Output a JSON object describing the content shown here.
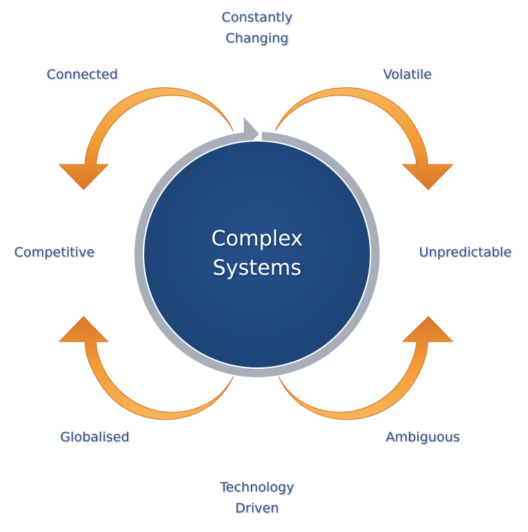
{
  "center": {
    "line1": "Complex",
    "line2": "Systems"
  },
  "labels": {
    "top": {
      "line1": "Constantly",
      "line2": "Changing"
    },
    "top_left": "Connected",
    "top_right": "Volatile",
    "left": "Competitive",
    "right": "Unpredictable",
    "bottom_left": "Globalised",
    "bottom_right": "Ambiguous",
    "bottom": {
      "line1": "Technology",
      "line2": "Driven"
    }
  },
  "colors": {
    "circle_fill": "#1f487c",
    "ring": "#a8aeba",
    "arrow_light": "#f5a23f",
    "arrow_dark": "#d8752a",
    "label_text": "#2f4f8a",
    "center_text": "#ffffff"
  }
}
